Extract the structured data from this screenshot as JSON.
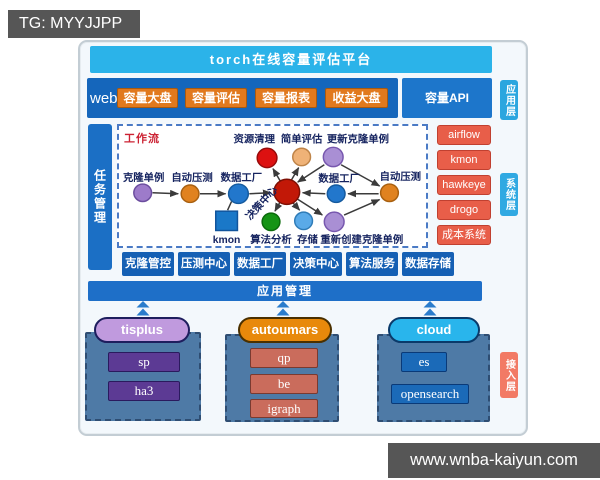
{
  "watermarks": {
    "top_left": "TG: MYYJJPP",
    "bottom_right": "www.wnba-kaiyun.com"
  },
  "header": {
    "title": "torch在线容量评估平台"
  },
  "web_row": {
    "label": "web",
    "buttons": [
      "容量大盘",
      "容量评估",
      "容量报表",
      "收益大盘"
    ],
    "api_label": "容量API"
  },
  "layers": {
    "app": "应用层",
    "system": "系统层",
    "access": "接入层"
  },
  "task_panel": {
    "label": "任务管理"
  },
  "workflow": {
    "title": "工作流",
    "center": {
      "label": "决策中心",
      "color": "#c21807"
    },
    "nodes": [
      {
        "label": "克隆单例",
        "color": "#9d7bca"
      },
      {
        "label": "自动压测",
        "color": "#e0821f"
      },
      {
        "label": "数据工厂",
        "color": "#2277cc"
      },
      {
        "label": "kmon",
        "color": "#1a78c8",
        "shape": "square"
      },
      {
        "label": "资源清理",
        "color": "#dd1111"
      },
      {
        "label": "简单评估",
        "color": "#efb277"
      },
      {
        "label": "更新克隆单例",
        "color": "#a98fd4"
      },
      {
        "label": "数据工厂",
        "color": "#2277cc"
      },
      {
        "label": "自动压测",
        "color": "#e0821f"
      },
      {
        "label": "算法分析",
        "color": "#159415"
      },
      {
        "label": "存储",
        "color": "#5aaae8"
      },
      {
        "label": "重新创建克隆单例",
        "color": "#a98fd4"
      }
    ]
  },
  "system_column": [
    "airflow",
    "kmon",
    "hawkeye",
    "drogo",
    "成本系统"
  ],
  "service_row": [
    "克隆管控",
    "压测中心",
    "数据工厂",
    "决策中心",
    "算法服务",
    "数据存储"
  ],
  "app_mgmt": {
    "label": "应用管理"
  },
  "groups": [
    {
      "name": "tisplus",
      "pill_color": "#c09ade",
      "item_color": "#5c3a94",
      "items": [
        "sp",
        "ha3"
      ]
    },
    {
      "name": "autoumars",
      "pill_color": "#e8890b",
      "item_color": "#ca6c5c",
      "items": [
        "qp",
        "be",
        "igraph"
      ]
    },
    {
      "name": "cloud",
      "pill_color": "#29b5ec",
      "item_color": "#1b6ab8",
      "items": [
        "es",
        "opensearch"
      ]
    }
  ],
  "colors": {
    "title_bar": "#2bb3e9",
    "web_strip": "#1566bb",
    "api_box": "#1d76cb",
    "orange_button": "#e1791d",
    "app_layer": "#2ba6df",
    "system_layer": "#30a9e2",
    "access_layer": "#f27a65",
    "task_bar": "#1b6fc5",
    "system_button": "#e85e49",
    "service_button": "#1560b4",
    "app_mgmt_bar": "#1e6fc8",
    "group_panel": "#4e7aa6",
    "watermark_bg": "#4d4d4d"
  }
}
